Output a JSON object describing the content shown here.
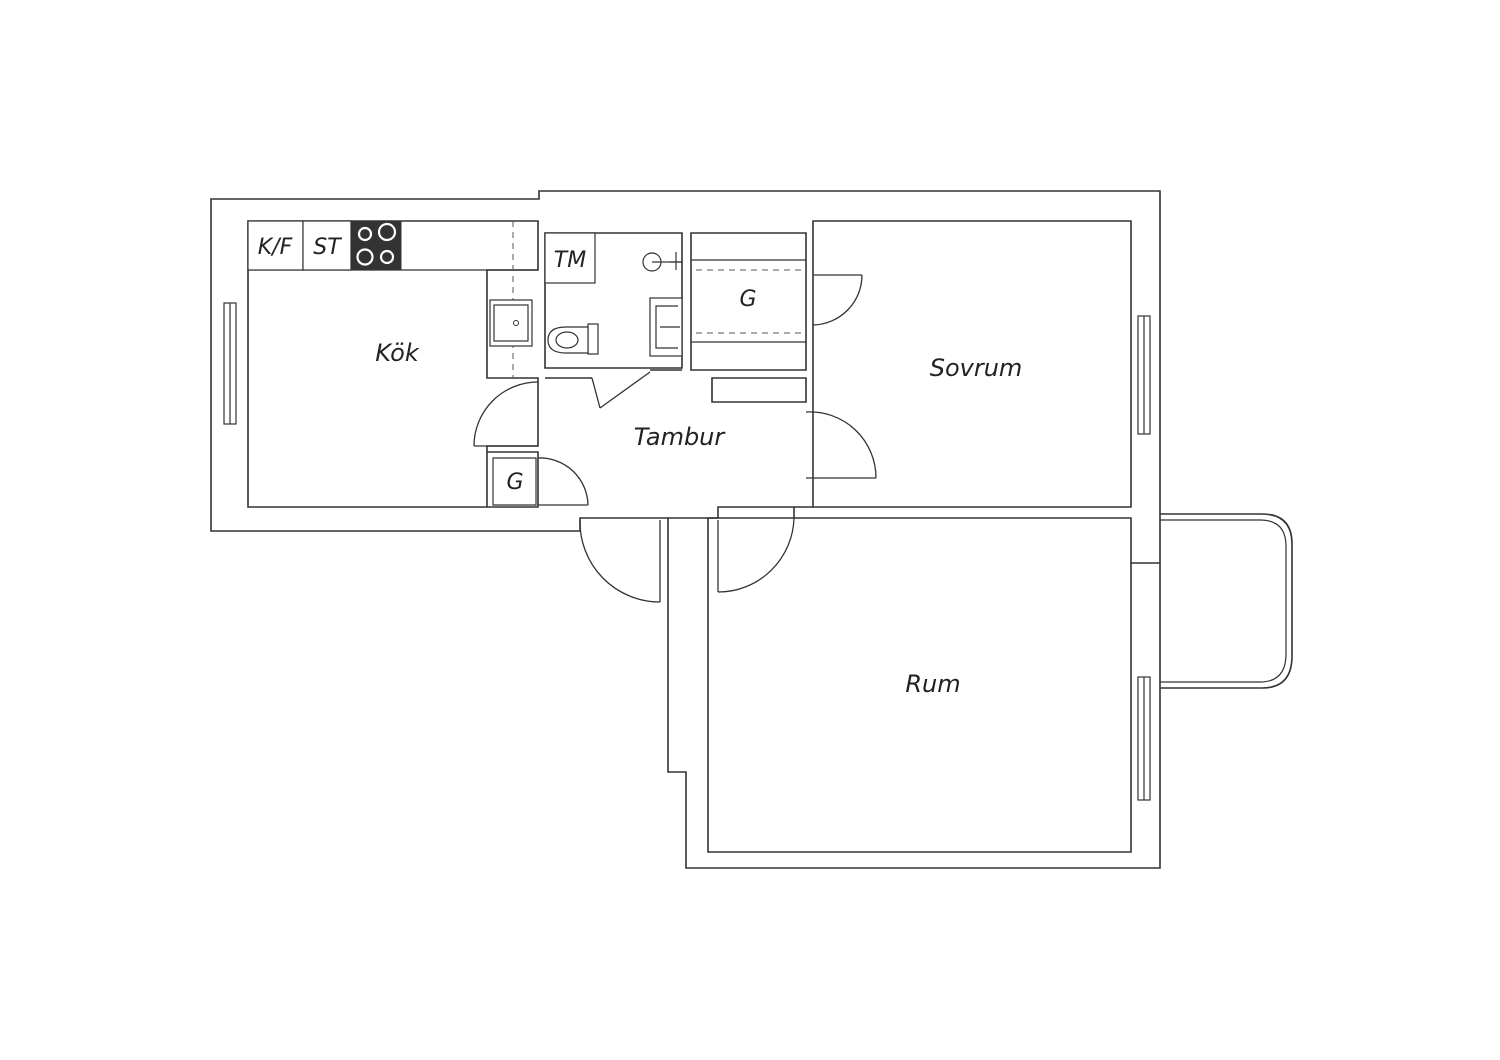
{
  "rooms": {
    "kitchen": "Kök",
    "bedroom": "Sovrum",
    "hall": "Tambur",
    "living_room": "Rum",
    "closet_hall": "G",
    "closet_bath": "G"
  },
  "fixtures": {
    "fridge_freezer": "K/F",
    "stove": "ST",
    "washing_machine": "TM"
  },
  "icons": {
    "hob": "hob-icon",
    "kitchen_sink": "kitchen-sink-icon",
    "toilet": "toilet-icon",
    "wash_basin": "wash-basin-icon",
    "shower": "shower-icon"
  },
  "colors": {
    "line": "#333333",
    "hob_fill": "#333333",
    "background": "#ffffff"
  }
}
